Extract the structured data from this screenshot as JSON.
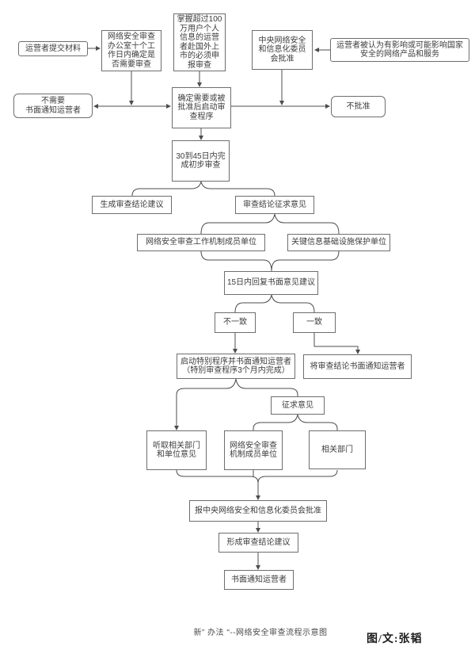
{
  "diagram": {
    "nodes": {
      "submit": "运营者提交材料",
      "office": "网络安全审查\n办公室十个工\n作日内确定是\n否需要审查",
      "listing": "掌握超过100\n万用户个人\n信息的运营\n者赴国外上\n市的必须申\n报审查",
      "cac_approve": "中央网络安全\n和信息化委员\n会批准",
      "deemed": "运营者被认为有影响或可能影响国家\n安全的网络产品和服务",
      "no_review": "不需要\n书面通知运营者",
      "start_review": "确定需要或被\n批准后启动审\n查程序",
      "not_approved": "不批准",
      "initial_review": "30到45日内完\n成初步审查",
      "gen_conclusion": "生成审查结论建议",
      "seek_opinion": "审查结论征求意见",
      "mechanism_units": "网络安全审查工作机制成员单位",
      "cii_units": "关键信息基础设施保护单位",
      "reply_15d": "15日内回复书面意见建议",
      "disagree": "不一致",
      "agree": "一致",
      "special_procedure": "启动特别程序并书面通知运营者\n（特别审查程序3个月内完成）",
      "notify_operator": "将审查结论书面通知运营者",
      "consult": "征求意见",
      "listen_opinions": "听取相关部门\n和单位意见",
      "mechanism_members": "网络安全审查\n机制成员单位",
      "related_depts": "相关部门",
      "report_cac": "报中央网络安全和信息化委员会批准",
      "form_conclusion": "形成审查结论建议",
      "final_notify": "书面通知运营者"
    },
    "caption": "新” 办法 \"--网络安全审查流程示意图",
    "credit": "图/文:张韬",
    "colors": {
      "line": "#4d4d4d",
      "border": "#6e6e6e",
      "text": "#3c3c3c",
      "background": "#ffffff"
    }
  }
}
